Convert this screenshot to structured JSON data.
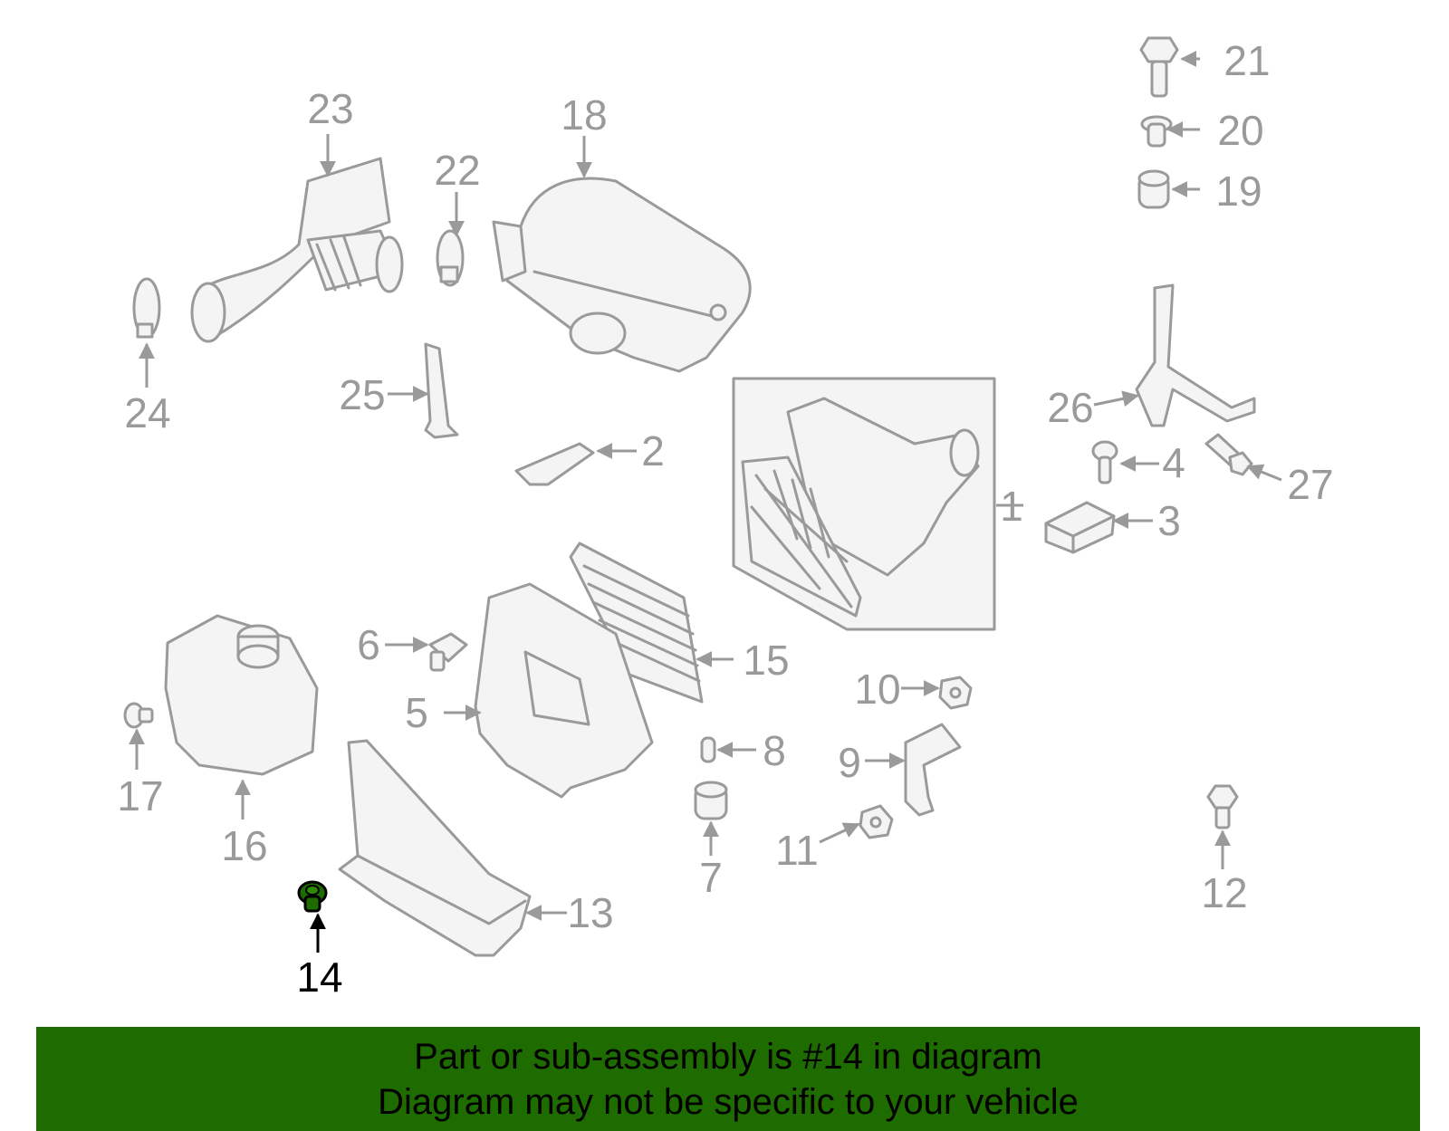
{
  "highlight": {
    "part": "14",
    "color": "#1e6b00"
  },
  "callouts": [
    "1",
    "2",
    "3",
    "4",
    "5",
    "6",
    "7",
    "8",
    "9",
    "10",
    "11",
    "12",
    "13",
    "14",
    "15",
    "16",
    "17",
    "18",
    "19",
    "20",
    "21",
    "22",
    "23",
    "24",
    "25",
    "26",
    "27"
  ],
  "banner": {
    "line1": "Part or sub-assembly is #14 in diagram",
    "line2": "Diagram may not be specific to your vehicle",
    "background": "#1e6b00"
  }
}
